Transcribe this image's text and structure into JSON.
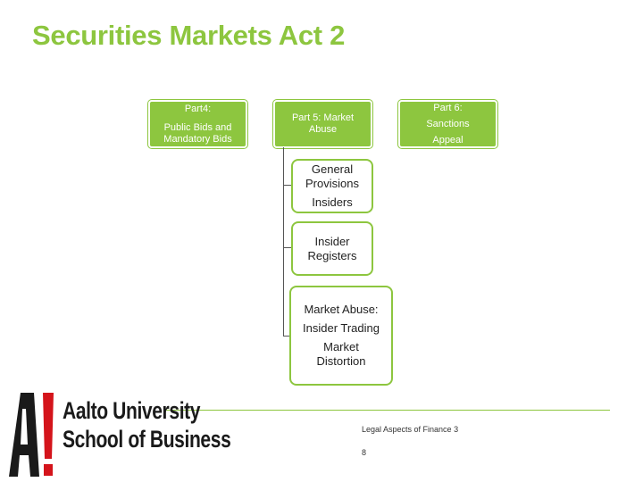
{
  "title": "Securities Markets Act 2",
  "top_boxes": [
    {
      "lines": [
        "Part4:",
        "Public Bids and",
        "Mandatory Bids"
      ]
    },
    {
      "lines": [
        "Part 5: Market",
        "Abuse"
      ]
    },
    {
      "lines": [
        "Part 6:",
        "Sanctions",
        "Appeal"
      ]
    }
  ],
  "children": [
    {
      "lines": [
        "General",
        "Provisions",
        "Insiders"
      ]
    },
    {
      "lines": [
        "Insider",
        "Registers"
      ]
    },
    {
      "lines": [
        "Market Abuse:",
        "Insider Trading",
        "Market",
        "Distortion"
      ]
    }
  ],
  "footer": {
    "course": "Legal Aspects of Finance 3",
    "page": "8"
  },
  "logo": {
    "mark": "A!",
    "line1": "Aalto University",
    "line2": "School of Business"
  },
  "colors": {
    "accent": "#8dc63f",
    "box_text": "#ffffff",
    "dark_text": "#222222"
  }
}
